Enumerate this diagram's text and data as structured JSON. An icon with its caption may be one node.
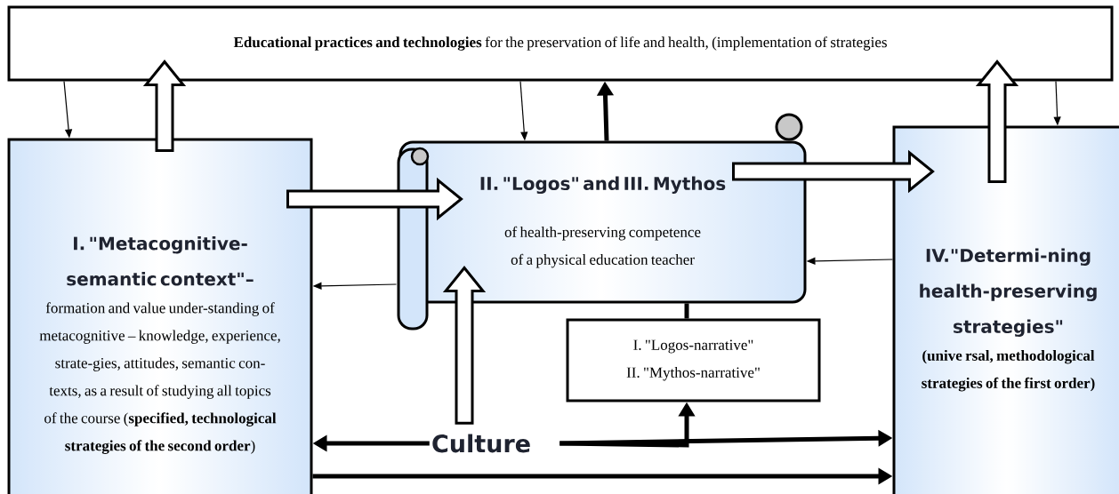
{
  "diagram": {
    "nodes": [
      {
        "text": [
          "**Educational practices and technologies** for the preservation of life and health, (implementation of strategies"
        ]
      },
      {
        "text": [
          "I. \"Metacognitive-semantic context\"–",
          "formation and value under-standing of metacognitive – knowledge, experience, strate-gies, attitudes, semantic con-texts, as a result of studying all topics of the course (**specified, technological strategies of the second order**)"
        ]
      },
      {
        "text": [
          "II. \"Logos\" and III. Mythos",
          "of health-preserving competence of a physical education teacher"
        ]
      },
      {
        "text": [
          "IV.\"Determi-ning health-preserving strategies\"",
          "(unive rsal, methodological strategies of the first order)"
        ]
      },
      {
        "text": [
          "I. \"Logos-narrative\"",
          "II. \"Mythos-narrative\""
        ]
      },
      {
        "text": [
          "Culture"
        ]
      }
    ],
    "edges": [
      {
        "from": 0,
        "to": 1,
        "arrow": "to"
      },
      {
        "from": 1,
        "to": 0,
        "arrow": "to",
        "style": "thick"
      },
      {
        "from": 0,
        "to": 2,
        "arrow": "to"
      },
      {
        "from": 2,
        "to": 0,
        "arrow": "to"
      },
      {
        "from": 3,
        "to": 0,
        "arrow": "to",
        "style": "thick"
      },
      {
        "from": 0,
        "to": 3,
        "arrow": "to"
      },
      {
        "from": 1,
        "to": 2,
        "arrow": "to",
        "style": "thick"
      },
      {
        "from": 2,
        "to": 3,
        "arrow": "to",
        "style": "thick"
      },
      {
        "from": 3,
        "to": 2,
        "arrow": "to"
      },
      {
        "from": 2,
        "to": 1,
        "arrow": "to"
      },
      {
        "from": 5,
        "to": 2,
        "arrow": "to",
        "style": "thick"
      },
      {
        "from": 4,
        "to": 2,
        "arrow": "none"
      },
      {
        "from": 5,
        "to": 1,
        "arrow": "to"
      },
      {
        "from": 5,
        "to": 3,
        "arrow": "to"
      },
      {
        "from": 5,
        "to": 4,
        "arrow": "to"
      },
      {
        "from": 1,
        "to": 3,
        "arrow": "to"
      }
    ]
  }
}
